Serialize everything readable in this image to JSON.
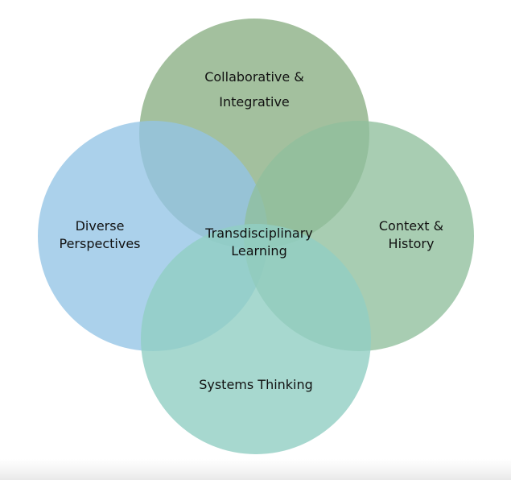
{
  "diagram": {
    "type": "venn",
    "center_label": [
      "Transdisciplinary",
      "Learning"
    ],
    "circles": [
      {
        "id": "top",
        "label": [
          "Collaborative &",
          "Integrative"
        ],
        "color": "#8fb289"
      },
      {
        "id": "left",
        "label": [
          "Diverse",
          "Perspectives"
        ],
        "color": "#94c4e6"
      },
      {
        "id": "right",
        "label": [
          "Context &",
          "History"
        ],
        "color": "#8fbf9c"
      },
      {
        "id": "bottom",
        "label": [
          "Systems Thinking"
        ],
        "color": "#91cec3"
      }
    ]
  }
}
